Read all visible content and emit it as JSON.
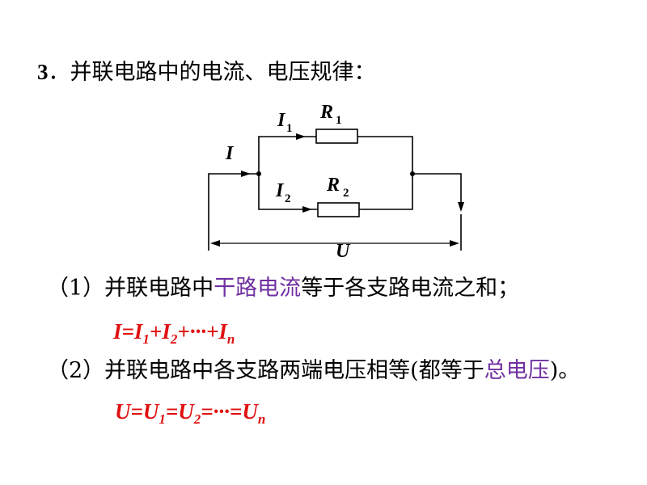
{
  "heading": {
    "number": "3",
    "text": "．并联电路中的电流、电压规律："
  },
  "circuit": {
    "i_main": "I",
    "i1": "I",
    "i1_sub": "1",
    "r1": "R",
    "r1_sub": "1",
    "i2": "I",
    "i2_sub": "2",
    "r2": "R",
    "r2_sub": "2",
    "u": "U"
  },
  "point1": {
    "prefix": "（1）并联电路中",
    "highlight": "干路电流",
    "suffix": "等于各支路电流之和；"
  },
  "formula1": {
    "I": "I",
    "eq": "=",
    "I1": "I",
    "s1": "1",
    "plus1": "+",
    "I2": "I",
    "s2": "2",
    "dots": "+···+",
    "In": "I",
    "sn": "n"
  },
  "point2": {
    "prefix": "（2）并联电路中各支路两端电压相等(都等于",
    "highlight": "总电压",
    "suffix": ")。"
  },
  "formula2": {
    "U": "U",
    "eq1": "=",
    "U1": "U",
    "s1": "1",
    "eq2": "=",
    "U2": "U",
    "s2": "2",
    "dots": "=···=",
    "Un": "U",
    "sn": "n"
  },
  "colors": {
    "highlight": "#7030a0",
    "formula": "#e01010",
    "text": "#000000"
  }
}
